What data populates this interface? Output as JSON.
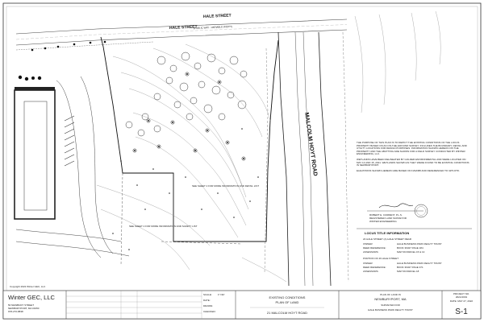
{
  "street": {
    "hale_street_label": "HALE STREET",
    "hale_street_sub": "(PUBLIC WAY - VARIABLE WIDTH)",
    "malcolm_hoyt_label": "MALCOLM HOYT ROAD"
  },
  "notes": {
    "purpose_text": "THE PURPOSE OF THIS PLAN IS TO DEPICT THE EXISTING CONDITIONS OF THE LOCUS PROPERTY BASED ON AN ON-THE-GROUND SURVEY. INCLUDES THE BOUNDARY, DETAIL AND UTILITY LOCATIONS FOR DESIGN PURPOSES. INFORMATION SHOWN HEREON ON THE PROPERTY AND THE ABUTTING ARE SHOWN FOR A FIELD SURVEY CONDUCTED BY WINTER ENGINEERING, LLC.",
    "wetlands_text": "WETLANDS HAVE BEEN DELINEATED BY GOLDER ENVIRONMENTAL AND WERE LOCATED ON MAY 14 AND 15, 2021. WETLANDS SHOWN AS THEY WERE FOUND TO BE EXISTING CONDITIONS IN NEWBURYPORT.",
    "elevations_text": "ELEVATIONS SHOWN HEREON ARE BASED ON NAVD88 AND REFERENCED TO GPS RTK."
  },
  "stamp": {
    "name": "ROBERT E. CURRENT, P.L.S.",
    "line2": "REGISTERED LAND SURVEYOR",
    "line3": "WINTER ENGINEERING"
  },
  "locus": {
    "header": "LOCUS TITLE INFORMATION",
    "parcel_a_title": "24 HALE STREET (A) HALE STREET REAR",
    "parcel_a_owner_label": "OWNER:",
    "parcel_a_owner": "HALE BUSINESS PARK REALTY TRUST",
    "parcel_a_deed_label": "DEED REFERENCE:",
    "parcel_a_deed": "BOOK 36327 PAGE 184",
    "parcel_a_map_label": "ASSESSORS:",
    "parcel_a_map": "MAP 69 PARCEL 15 & 13",
    "parcel_b_title": "PORTION OF 26 HALE STREET",
    "parcel_b_owner_label": "OWNER:",
    "parcel_b_owner": "HALE BUSINESS PARK REALTY TRUST",
    "parcel_b_deed_label": "DEED REFERENCE:",
    "parcel_b_deed": "BOOK 36327 PAGE 371",
    "parcel_b_map_label": "ASSESSORS:",
    "parcel_b_map": "MAP 69 PARCEL 18"
  },
  "site": {
    "see_sheet_note": "SEE SHEET 2 FOR MORE INFORMATION AND DETAIL LIST",
    "see_sheet_note_2": "SEE SHEET 2 FOR MORE INFORMATION AND SAFETY LIST",
    "copyright": "Copyright 2022 Winter GEC, LLC"
  },
  "title_block": {
    "company": "Winter GEC, LLC",
    "company_addr1": "50 NEWBURY STREET",
    "company_addr2": "NEWBURYPORT, MA 01950",
    "company_phone": "978-270-8838",
    "scale_label": "SCALE:",
    "scale_value": "1\"=30'",
    "date_label": "DATE:",
    "drawn_label": "DRAWN:",
    "checked_label": "CHECKED:",
    "title_line1": "EXISTING CONDITIONS",
    "title_line2": "PLAN OF LAND",
    "address": "21 MALCOLM HOYT ROAD",
    "plan_line1": "PLAN OF LAND IN",
    "city": "NEWBURYPORT, MA",
    "surveyed_for": "SURVEYED FOR",
    "client": "HALE BUSINESS PARK REALTY TRUST",
    "project_label": "PROJECT NO.",
    "project_no": "2022-0001",
    "sheet_date": "DATE: MAY 27, 2022",
    "sheet_no": "S-1"
  }
}
